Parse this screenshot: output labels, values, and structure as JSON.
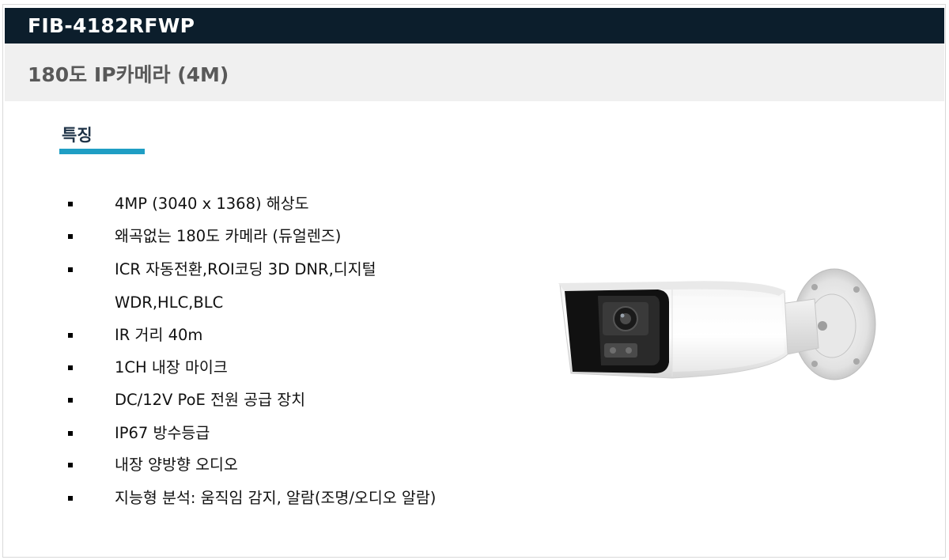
{
  "header": {
    "model": "FIB-4182RFWP",
    "subtitle": "180도 IP카메라 (4M)"
  },
  "features_section": {
    "heading": "특징",
    "accent_color": "#1f9ec4",
    "items": [
      "4MP (3040 x 1368) 해상도",
      "왜곡없는 180도 카메라 (듀얼렌즈)",
      "ICR 자동전환,ROI코딩 3D DNR,디지털",
      "WDR,HLC,BLC",
      "IR 거리 40m",
      "1CH 내장 마이크",
      "DC/12V PoE 전원 공급 장치",
      "IP67 방수등급",
      "내장 양방향 오디오",
      "지능형 분석: 움직임 감지, 알람(조명/오디오 알람)"
    ]
  },
  "product_image": {
    "icon": "bullet-camera-icon"
  }
}
